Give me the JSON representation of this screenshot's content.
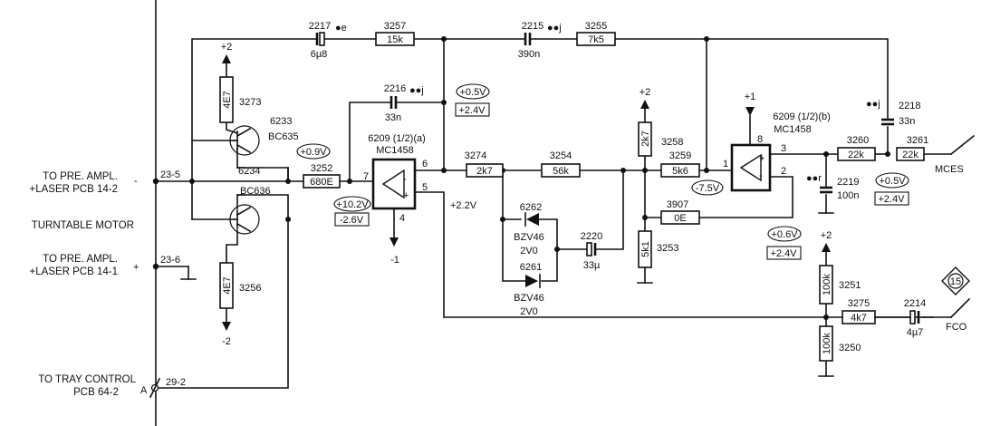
{
  "connectors": {
    "pre_ampl_line1": "TO PRE. AMPL.",
    "pcb_14_2": "+LASER PCB 14-2",
    "turntable_motor": "TURNTABLE MOTOR",
    "pcb_14_1": "+LASER PCB 14-1",
    "tray_control": "TO TRAY CONTROL",
    "pcb_64_2": "PCB 64-2",
    "pin_23_5": "23-5",
    "pin_23_6": "23-6",
    "pin_29_2": "29-2",
    "pin_a": "A",
    "minus_sign": "-",
    "plus_sign": "+"
  },
  "resistors": {
    "r3257": {
      "ref": "3257",
      "value": "15k"
    },
    "r3255": {
      "ref": "3255",
      "value": "7k5"
    },
    "r3273": {
      "ref": "3273",
      "value": "4E7"
    },
    "r3256": {
      "ref": "3256",
      "value": "4E7"
    },
    "r3252": {
      "ref": "3252",
      "value": "680E"
    },
    "r3274": {
      "ref": "3274",
      "value": "2k7"
    },
    "r3254": {
      "ref": "3254",
      "value": "56k"
    },
    "r3258": {
      "ref": "3258",
      "value": "2k7"
    },
    "r3259": {
      "ref": "3259",
      "value": "5k6"
    },
    "r3253": {
      "ref": "3253",
      "value": "5k1"
    },
    "r3907": {
      "ref": "3907",
      "value": "0E"
    },
    "r3260": {
      "ref": "3260",
      "value": "22k"
    },
    "r3261": {
      "ref": "3261",
      "value": "22k"
    },
    "r3251": {
      "ref": "3251",
      "value": "100k"
    },
    "r3275": {
      "ref": "3275",
      "value": "4k7"
    },
    "r3250": {
      "ref": "3250",
      "value": "100k"
    }
  },
  "capacitors": {
    "c2217": {
      "ref": "2217",
      "value": "6µ8",
      "mark": "●e"
    },
    "c2215": {
      "ref": "2215",
      "value": "390n",
      "mark": "●●j"
    },
    "c2216": {
      "ref": "2216",
      "value": "33n",
      "mark": "●●j"
    },
    "c2218": {
      "ref": "2218",
      "value": "33n",
      "mark": "●●j"
    },
    "c2220": {
      "ref": "2220",
      "value": "33µ"
    },
    "c2219": {
      "ref": "2219",
      "value": "100n",
      "mark": "●●r"
    },
    "c2214": {
      "ref": "2214",
      "value": "4µ7"
    }
  },
  "transistors": {
    "t6233": {
      "ref": "6233",
      "type": "BC635"
    },
    "t6234": {
      "ref": "6234",
      "type": "BC636"
    }
  },
  "diodes": {
    "d6262": {
      "ref": "6262",
      "type": "BZV46",
      "volt": "2V0"
    },
    "d6261": {
      "ref": "6261",
      "type": "BZV46",
      "volt": "2V0"
    }
  },
  "opamps": {
    "a": {
      "ref": "6209 (1/2)(a)",
      "type": "MC1458",
      "pin_in": "7",
      "pin_out": "6",
      "pin_plus": "5",
      "pin_gnd": "4",
      "supply": "-1"
    },
    "b": {
      "ref": "6209 (1/2)(b)",
      "type": "MC1458",
      "pin_in": "1",
      "pin_out": "3",
      "pin_minus": "2",
      "pin_vcc": "8",
      "supply": "+1"
    }
  },
  "supplies": {
    "plus2": "+2",
    "minus2": "-2",
    "plus1": "+1",
    "minus1": "-1",
    "v22": "+2.2V"
  },
  "voltages": {
    "v_05_a": "+0.5V",
    "v_24_a": "+2.4V",
    "v_09": "+0.9V",
    "v_102": "+10.2V",
    "v_26": "-2.6V",
    "v_75": "-7.5V",
    "v_05_b": "+0.5V",
    "v_24_b": "+2.4V",
    "v_06": "+0.6V",
    "v_24_c": "+2.4V"
  },
  "outputs": {
    "mces": "MCES",
    "fco": "FCO",
    "badge_15": "15"
  }
}
